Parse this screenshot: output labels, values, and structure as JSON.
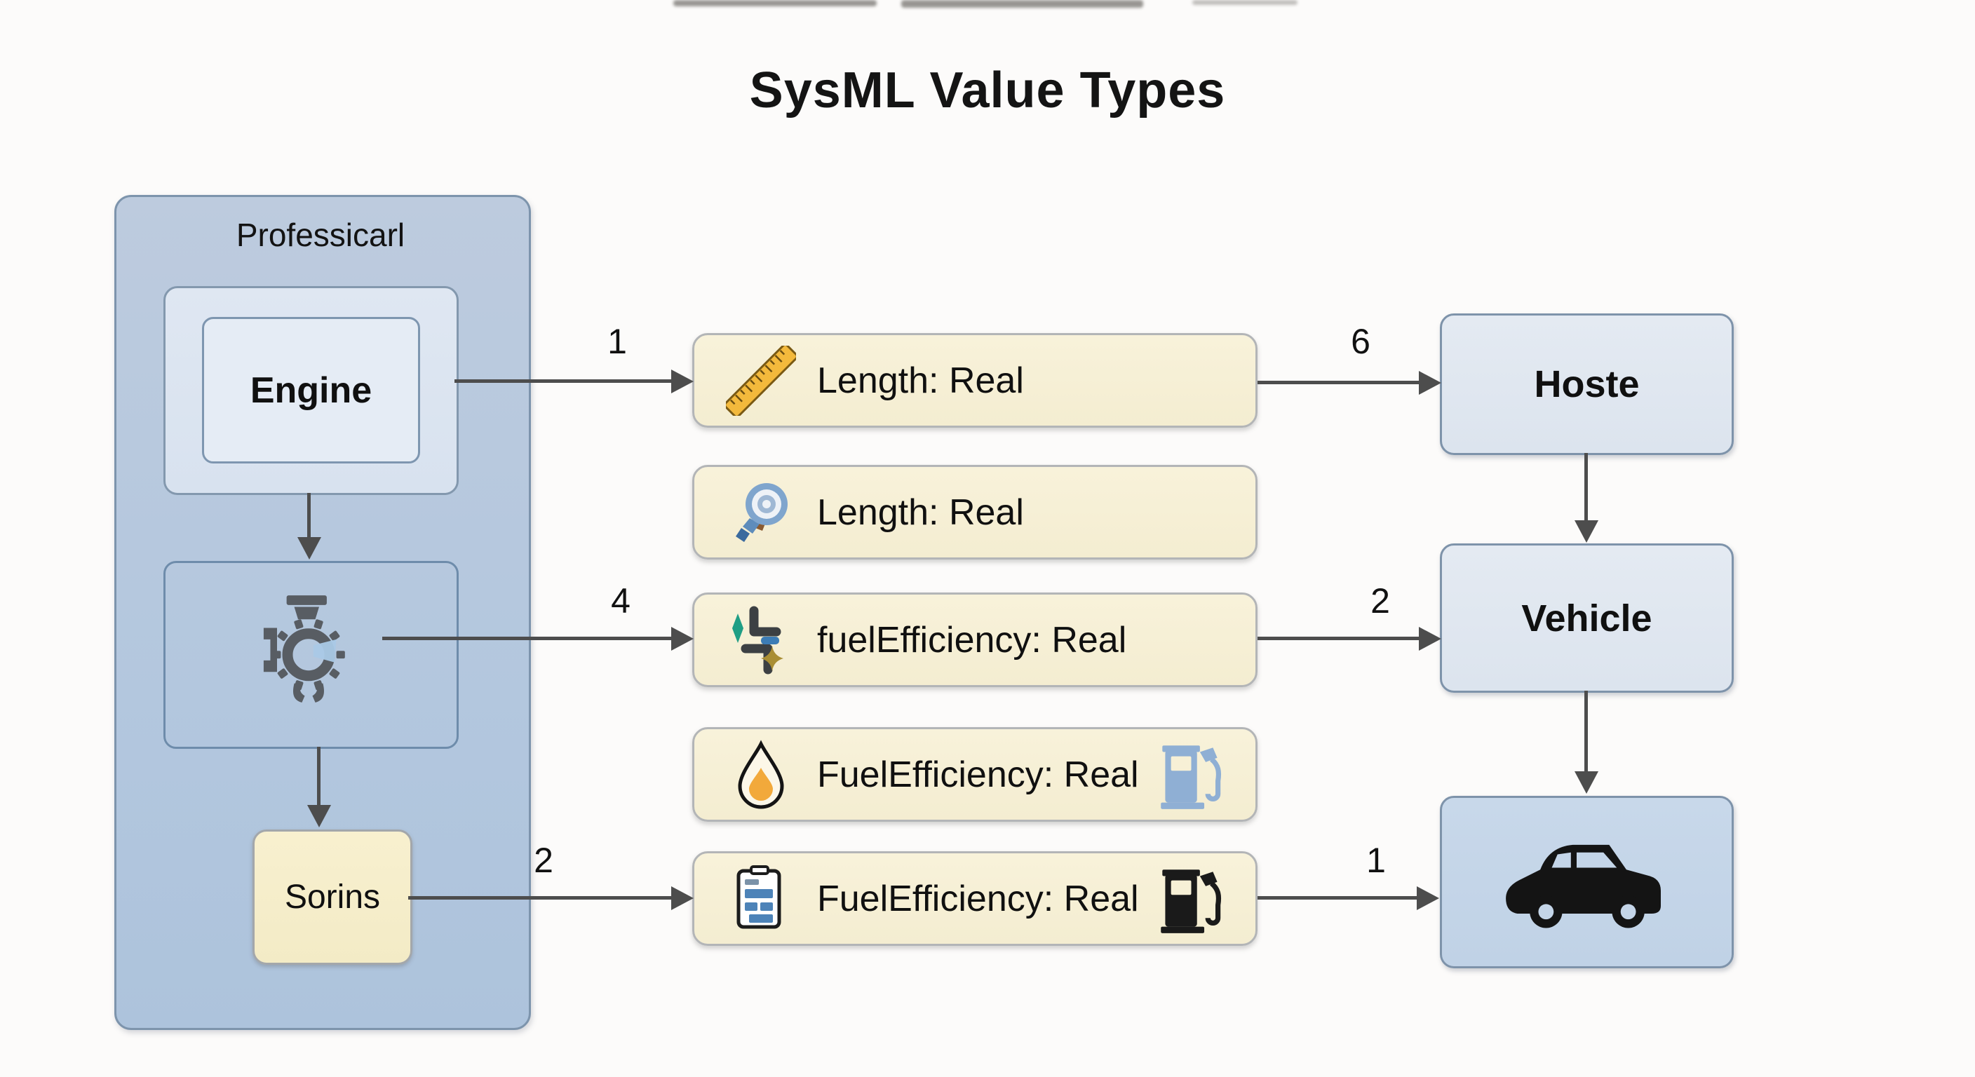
{
  "title": "SysML Value Types",
  "left_panel": {
    "label": "Professicarl",
    "engine_label": "Engine",
    "gear_icon": "engine-gear-icon",
    "sorins_label": "Sorins"
  },
  "value_boxes": [
    {
      "icon": "ruler-icon",
      "label": "Length: Real"
    },
    {
      "icon": "tape-measure-icon",
      "label": "Length: Real"
    },
    {
      "icon": "sparkle-brackets-icon",
      "label": "fuelEfficiency: Real"
    },
    {
      "icon": "oil-droplet-icon",
      "label": "FuelEfficiency: Real",
      "right_icon": "fuel-pump-blue-icon"
    },
    {
      "icon": "clipboard-icon",
      "label": "FuelEfficiency: Real",
      "right_icon": "fuel-pump-black-icon"
    }
  ],
  "right_boxes": [
    {
      "label": "Hoste"
    },
    {
      "label": "Vehicle"
    },
    {
      "icon": "car-icon"
    }
  ],
  "arrows": [
    {
      "from": "Engine",
      "to": "Length: Real (ruler)",
      "label": "1"
    },
    {
      "from": "Length: Real (ruler)",
      "to": "Hoste",
      "label": "6"
    },
    {
      "from": "engine-gear box",
      "to": "fuelEfficiency: Real",
      "label": "4"
    },
    {
      "from": "fuelEfficiency: Real",
      "to": "Vehicle",
      "label": "2"
    },
    {
      "from": "Sorins",
      "to": "FuelEfficiency: Real (clipboard)",
      "label": "2"
    },
    {
      "from": "FuelEfficiency: Real (clipboard)",
      "to": "car box",
      "label": "1"
    }
  ],
  "colors": {
    "panel_fill": "#b5c8dd",
    "panel_border": "#7d94ac",
    "value_box_fill": "#f6efd5",
    "value_box_border": "#b3b5b7",
    "right_box_fill": "#e0e7f0",
    "right_box_border": "#7e93aa",
    "car_box_fill": "#c4d5e8",
    "sorins_fill": "#f6eecb",
    "arrow": "#4d4d4d",
    "ruler_orange": "#f3b93c",
    "droplet_orange": "#f2a93b",
    "teal_sparkle": "#1f9e85",
    "gold_sparkle": "#a98e33",
    "pump_blue": "#8fafd4"
  }
}
